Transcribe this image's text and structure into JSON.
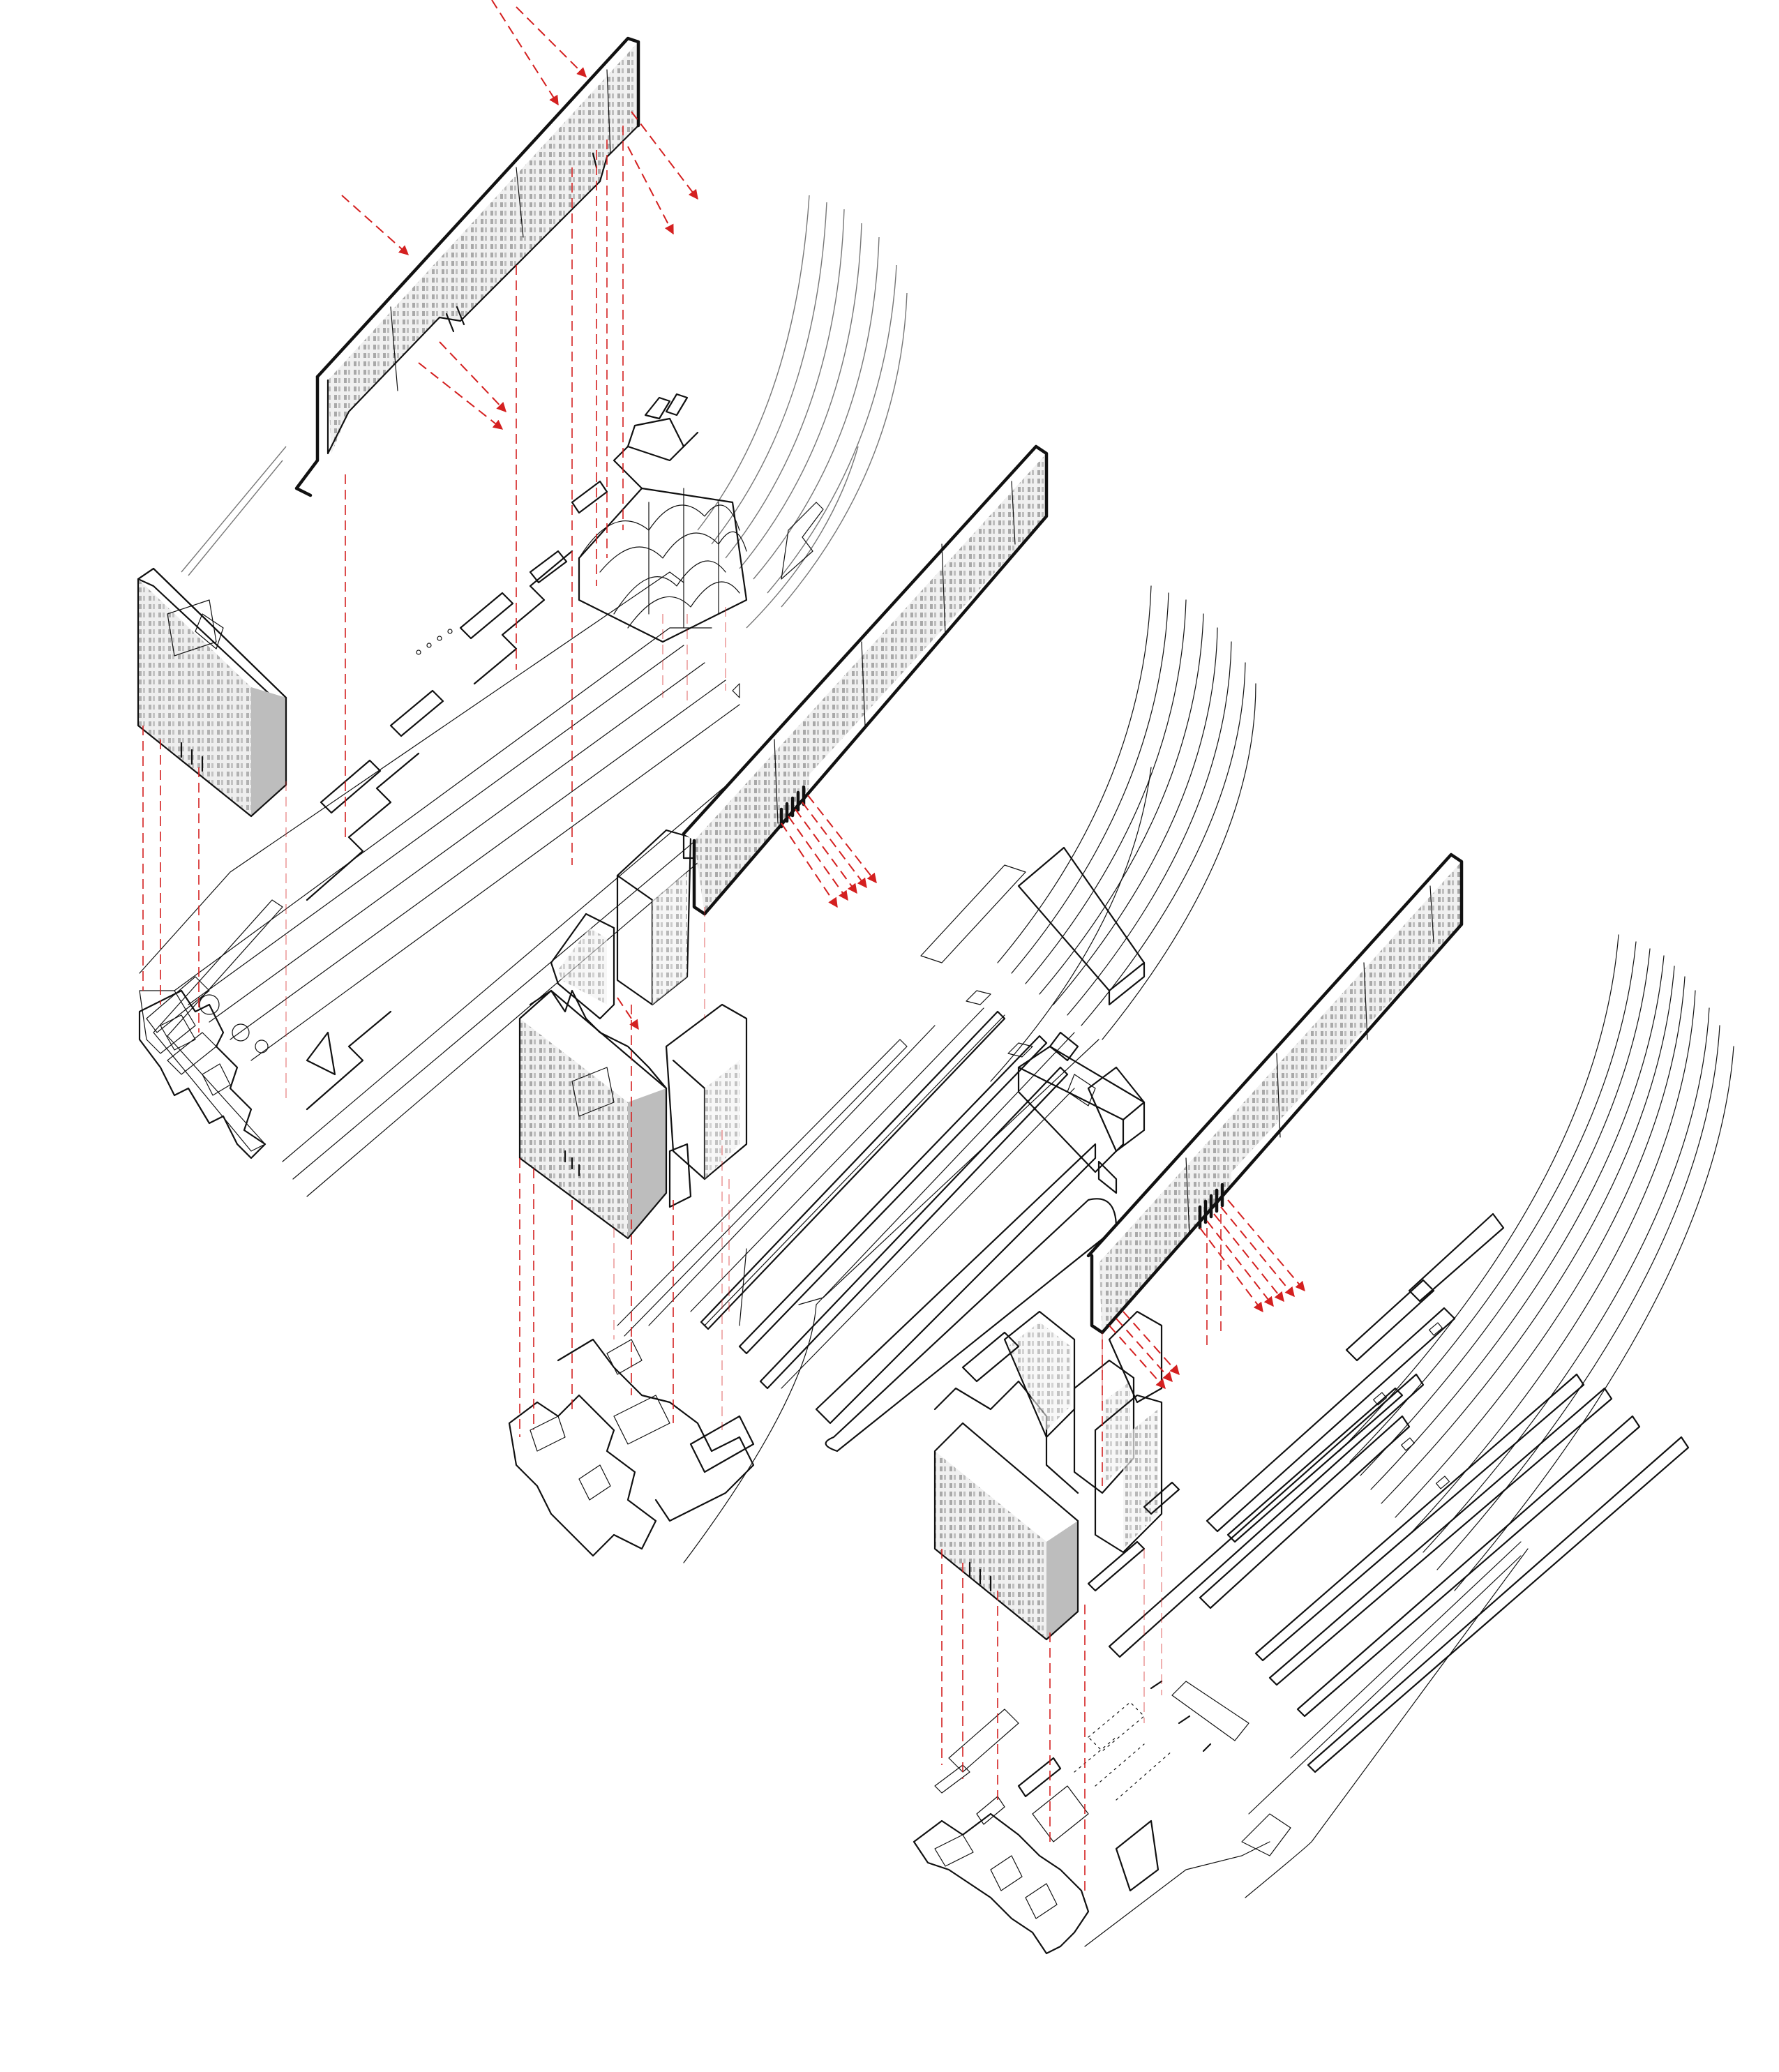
{
  "diagram": {
    "kind": "exploded-axonometric",
    "stage_count": 3,
    "colors": {
      "line": "#111111",
      "guide": "#d42020",
      "arrow": "#d42020",
      "background": "#ffffff",
      "shade": "#bdbdbd"
    },
    "stages": [
      {
        "id": "stage-1",
        "level": "upper-left",
        "arrow_groups": 2
      },
      {
        "id": "stage-2",
        "level": "middle",
        "arrow_groups": 1
      },
      {
        "id": "stage-3",
        "level": "lower-right",
        "arrow_groups": 2
      }
    ]
  }
}
